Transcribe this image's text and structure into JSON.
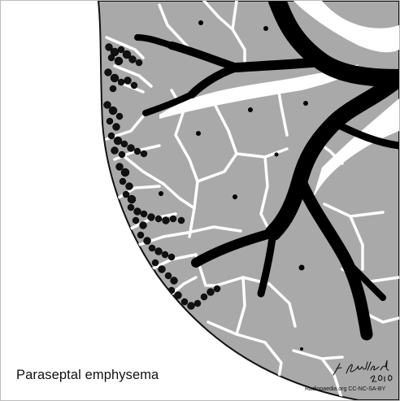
{
  "caption": "Paraseptal emphysema",
  "signature": {
    "name": "F Gaillard",
    "year": "2010"
  },
  "credit": "Radiopaedia.org CC-NC-SA-BY",
  "colors": {
    "lung": "#a9a9a9",
    "septa": "#ffffff",
    "airway": "#000000",
    "bullae": "#111111",
    "background": "#ffffff"
  }
}
